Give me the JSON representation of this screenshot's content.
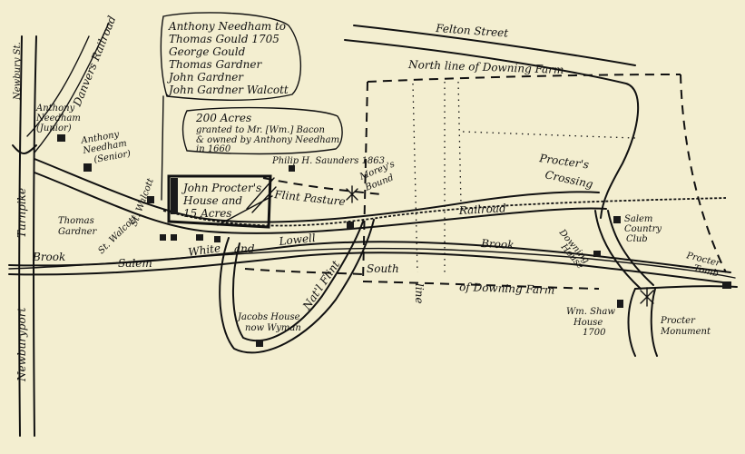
{
  "map": {
    "streets": {
      "felton": "Felton Street",
      "newbury": "Newbury St.",
      "danvers_railroad": "Danvers Railroad",
      "turnpike": "Turnpike",
      "newburyport": "Newburyport",
      "railroad": "Railroad",
      "brook_left": "Brook",
      "brook_right": "Brook",
      "salem": "Salem",
      "and": "and",
      "lowell": "Lowell",
      "white": "White",
      "st_walcott_a": "St. Walcott",
      "st_walcott_b": "St. Walcott",
      "natl_flint": "Nat'l Flint"
    },
    "farm": {
      "north_line": "North line of Downing Farm",
      "south_line_a": "South",
      "south_line_b": "line",
      "south_line_c": "of Downing Farm"
    },
    "owners_box": [
      "Anthony Needham to",
      "Thomas Gould 1705",
      "George Gould",
      "Thomas Gardner",
      "John Gardner",
      "John Gardner Walcott"
    ],
    "acres_box": [
      "200 Acres",
      "granted to Mr. [Wm.] Bacon",
      "& owned by Anthony Needham",
      "in 1660"
    ],
    "proctor_house": [
      "John Procter's",
      "House and",
      "15 Acres"
    ],
    "places": {
      "anthony_junior": [
        "Anthony",
        "Needham",
        "(Junior)"
      ],
      "anthony_senior": [
        "Anthony",
        "Needham",
        "(Senior)"
      ],
      "thomas_gardner": [
        "Thomas",
        "Gardner"
      ],
      "philip_saunders": "Philip H. Saunders 1863",
      "flint_pasture": "Flint Pasture",
      "moreys_bound": [
        "Morey's",
        "Bound"
      ],
      "procters_crossing": [
        "Procter's",
        "Crossing"
      ],
      "salem_country_club": [
        "Salem",
        "Country",
        "Club"
      ],
      "downing_house": [
        "Downing",
        "House"
      ],
      "procter_tomb": [
        "Procter",
        "Tomb"
      ],
      "shaw_house": [
        "Wm. Shaw",
        "House",
        "1700"
      ],
      "procter_monument": [
        "Procter",
        "Monument"
      ],
      "jacobs_house": [
        "Jacobs House",
        "now Wyman"
      ]
    }
  }
}
